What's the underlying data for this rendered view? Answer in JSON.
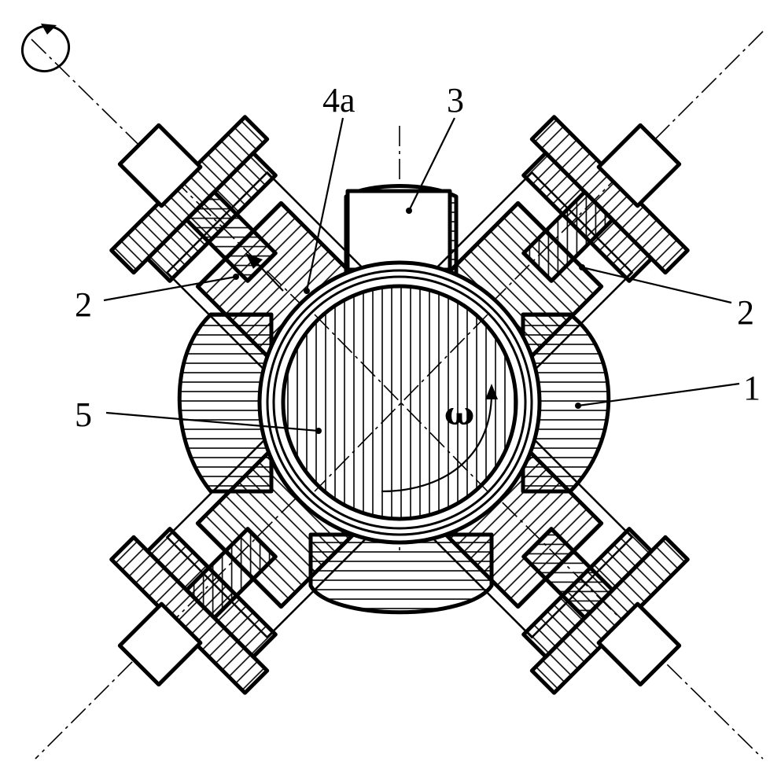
{
  "labels": {
    "part_1": "1",
    "part_2_left": "2",
    "part_2_right": "2",
    "part_3": "3",
    "part_4a": "4a",
    "part_5": "5",
    "omega": "ω"
  },
  "colors": {
    "ink": "#000000",
    "paper": "#ffffff"
  },
  "icons": {
    "rotation_indicator": "rotation-arrow-icon"
  }
}
